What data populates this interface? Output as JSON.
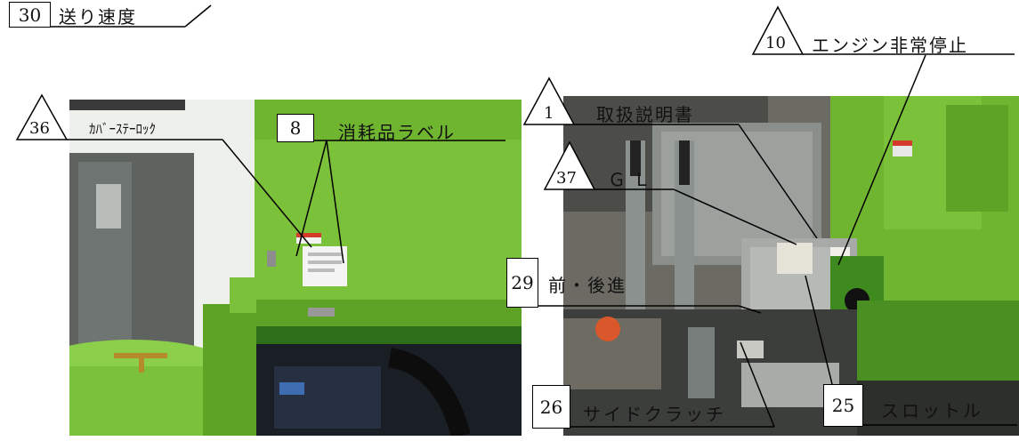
{
  "callouts": {
    "c30": {
      "num": "30",
      "label": "送り速度"
    },
    "c10": {
      "num": "10",
      "label": "エンジン非常停止"
    },
    "c36": {
      "num": "36",
      "label": "ｶﾊﾞｰｽﾃｰﾛｯｸ"
    },
    "c8": {
      "num": "8",
      "label": "消耗品ラベル"
    },
    "c1": {
      "num": "1",
      "label": "取扱説明書"
    },
    "c37": {
      "num": "37",
      "label": "ＧＬ"
    },
    "c29": {
      "num": "29",
      "label": "前・後進"
    },
    "c26": {
      "num": "26",
      "label": "サイドクラッチ"
    },
    "c25": {
      "num": "25",
      "label": "スロットル"
    }
  },
  "colors": {
    "machine_green": "#7cc13a",
    "dark_green": "#3f8a1e",
    "gray_metal": "#8a8f8c",
    "black": "#000000"
  }
}
